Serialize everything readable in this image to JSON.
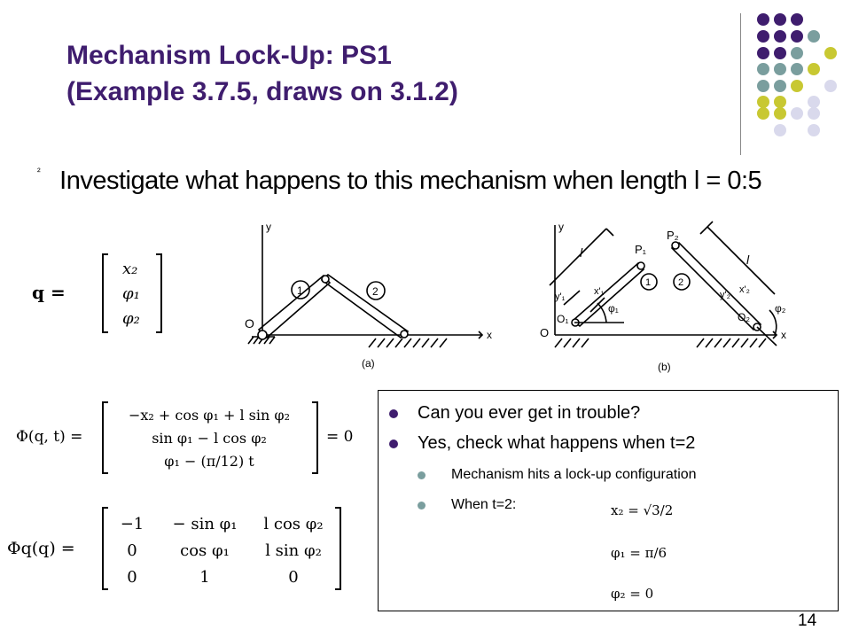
{
  "slide": {
    "title_line1": "Mechanism Lock-Up: PS1",
    "title_line2": "(Example 3.7.5, draws on 3.1.2)",
    "bullet_marker": "²",
    "bullet_text": "Investigate what happens to this mechanism when length l = 0:5",
    "page_number": "14"
  },
  "box": {
    "b1": "Can you ever get in trouble?",
    "b2": "Yes, check what happens when t=2",
    "s1": "Mechanism hits a lock-up configuration",
    "s2": "When t=2:"
  },
  "equations": {
    "q_lhs": "q =",
    "q_rows": [
      "x₂",
      "φ₁",
      "φ₂"
    ],
    "phi_lhs": "Φ(q, t) =",
    "phi_rows": [
      "−x₂ + cos φ₁ + l sin φ₂",
      "sin φ₁ − l cos φ₂",
      "φ₁ − (π/12) t"
    ],
    "phi_rhs": "= 0",
    "jac_lhs": "Φq(q) =",
    "jac_rows": [
      [
        "−1",
        "− sin φ₁",
        "l cos φ₂"
      ],
      [
        "0",
        "cos φ₁",
        "l sin φ₂"
      ],
      [
        "0",
        "1",
        "0"
      ]
    ],
    "sol": [
      "x₂ = √3/2",
      "φ₁ = π/6",
      "φ₂ = 0"
    ]
  },
  "figure": {
    "a": {
      "y": "y",
      "x": "x",
      "o": "O",
      "n1": "1",
      "n2": "2",
      "cap": "(a)"
    },
    "b": {
      "y": "y",
      "x": "x",
      "o": "O",
      "o1": "O₁",
      "o2": "O₂",
      "p1": "P₁",
      "p2": "P₂",
      "l": "l",
      "phi1": "φ₁",
      "phi2": "φ₂",
      "y1": "y'₁",
      "x1": "x'₁",
      "y2": "y'₂",
      "x2": "x'₂",
      "n1": "1",
      "n2": "2",
      "cap": "(b)"
    }
  },
  "colors": {
    "title": "#3f1d6e",
    "dot_purple": "#3f1d6e",
    "dot_teal": "#7a9e9e",
    "dot_olive": "#c8c832",
    "dot_lavender": "#d9d9ec"
  }
}
